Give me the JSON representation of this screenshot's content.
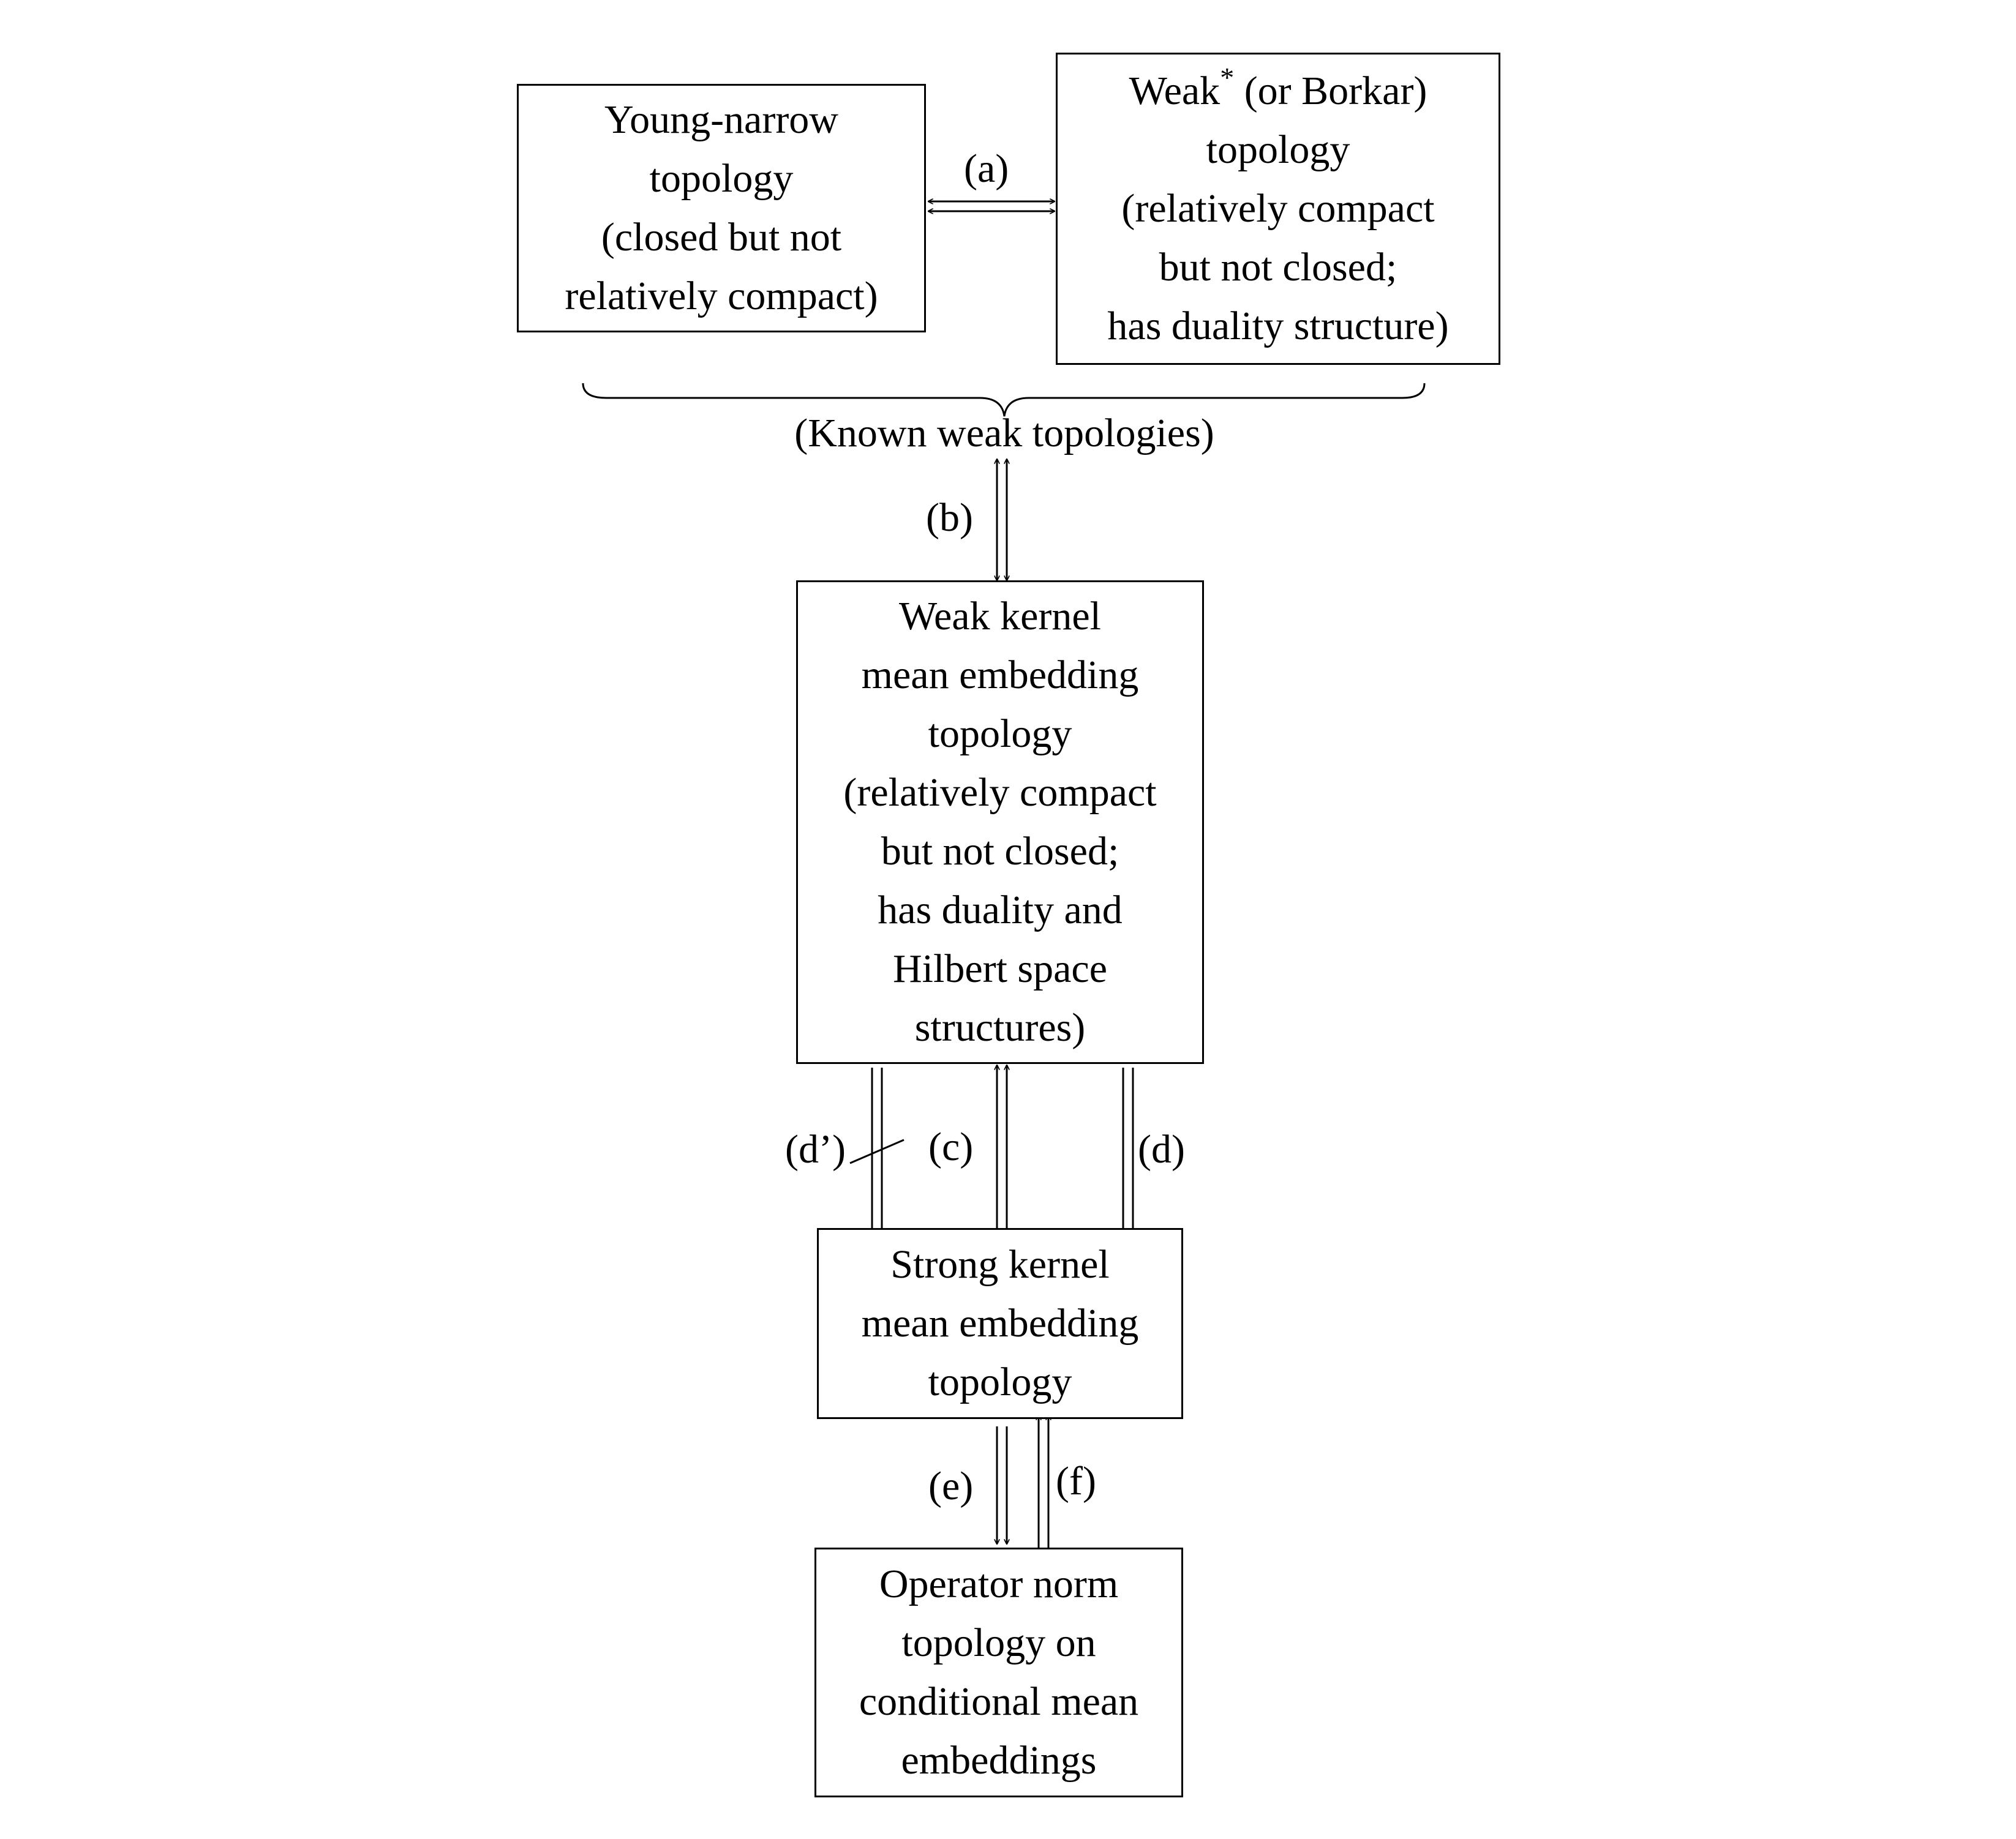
{
  "nodes": {
    "young_narrow": "Young-narrow\ntopology\n(closed but not\nrelatively compact)",
    "weak_star_main": "Weak",
    "weak_star_sup": "*",
    "weak_star_rest": " (or Borkar)\ntopology\n(relatively compact\nbut not closed;\nhas duality structure)",
    "weak_kme": "Weak kernel\nmean embedding\ntopology\n(relatively compact\nbut not closed;\nhas duality and\nHilbert space\nstructures)",
    "strong_kme": "Strong kernel\nmean embedding\ntopology",
    "operator_norm": "Operator norm\ntopology on\nconditional mean\nembeddings"
  },
  "group_label": "(Known weak topologies)",
  "edge_labels": {
    "a": "(a)",
    "b": "(b)",
    "c": "(c)",
    "d": "(d)",
    "d_prime": "(d’)",
    "e": "(e)",
    "f": "(f)"
  },
  "colors": {
    "ink": "#000000",
    "background": "#ffffff"
  }
}
